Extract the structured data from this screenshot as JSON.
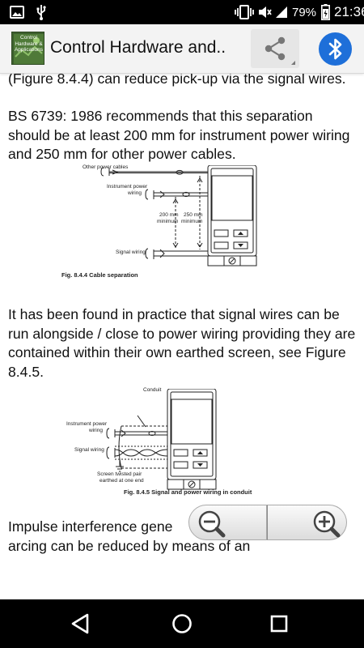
{
  "status_bar": {
    "battery_percent": "79%",
    "time": "21:36",
    "icons": [
      "image-icon",
      "usb-icon",
      "vibrate-icon",
      "mute-icon",
      "signal-icon",
      "battery-icon"
    ]
  },
  "app_bar": {
    "logo_text": "Control Hardware & Applications",
    "title": "Control Hardware and..",
    "share_icon": "share-icon",
    "bluetooth_icon": "bluetooth-icon"
  },
  "content": {
    "para1": "(Figure 8.4.4) can reduce pick-up via the signal wires.",
    "para2": "BS 6739: 1986 recommends that this separation should be at least 200 mm for instrument power wiring and 250 mm for other power cables.",
    "figure1": {
      "label_other_power": "Other power cables",
      "label_instrument_power_1": "Instrument power",
      "label_instrument_power_2": "wiring",
      "label_200mm_1": "200 mm",
      "label_200mm_2": "minimum",
      "label_250mm_1": "250 mm",
      "label_250mm_2": "minimum",
      "label_signal_wiring": "Signal wiring",
      "caption": "Fig. 8.4.4  Cable separation"
    },
    "para3": "It has been found in practice that signal wires can be run alongside / close to power wiring providing they are contained within their own earthed screen, see Figure 8.4.5.",
    "figure2": {
      "label_conduit": "Conduit",
      "label_instrument_power_1": "Instrument power",
      "label_instrument_power_2": "wiring",
      "label_signal_wiring": "Signal wiring",
      "label_screen_1": "Screen twisted pair",
      "label_screen_2": "earthed at one end",
      "caption": "Fig. 8.4.5 Signal and power wiring in conduit"
    },
    "para4_line1": "Impulse interference gene",
    "para4_line2": "arcing can be reduced by means of an"
  },
  "zoom_controls": {
    "zoom_out_icon": "zoom-out-icon",
    "zoom_in_icon": "zoom-in-icon"
  },
  "nav_bar": {
    "back_icon": "back-icon",
    "home_icon": "home-icon",
    "recents_icon": "recents-icon"
  }
}
